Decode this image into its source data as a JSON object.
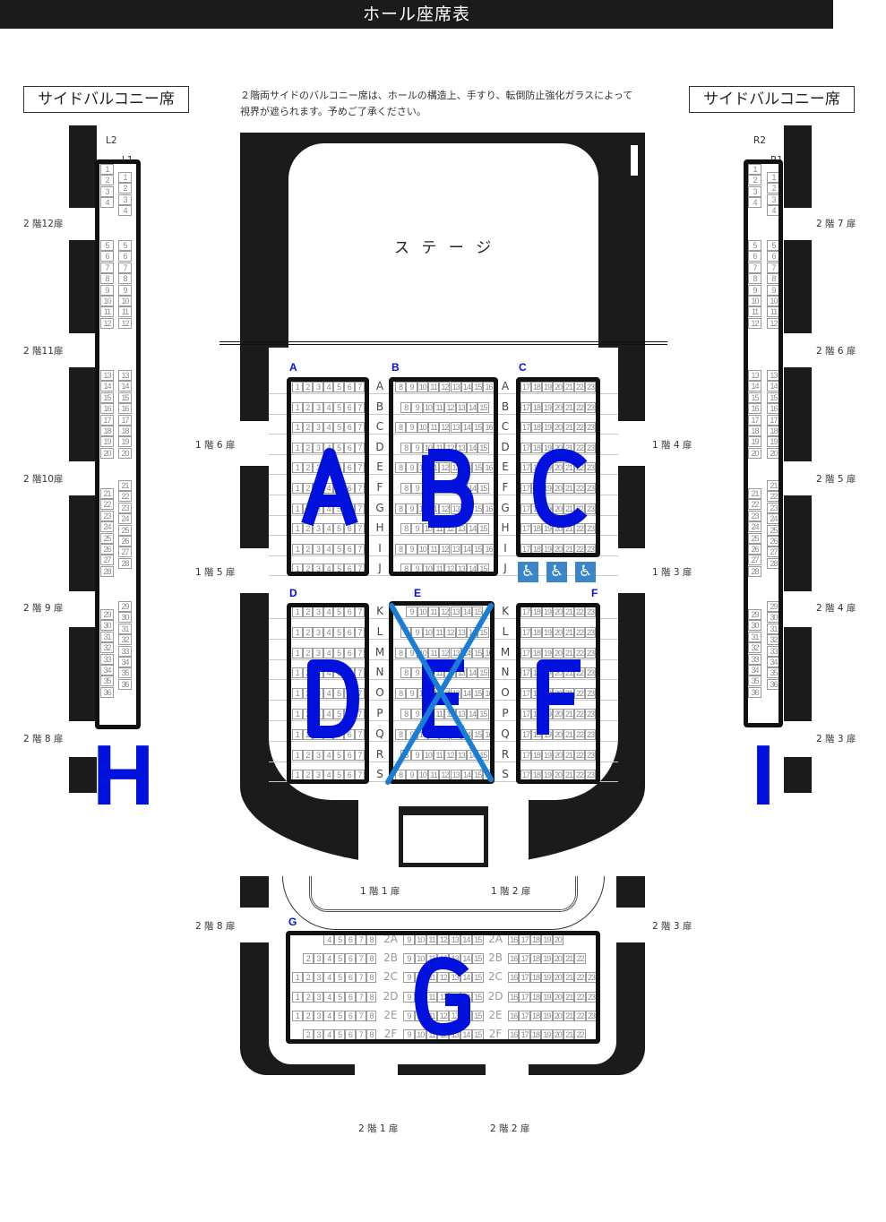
{
  "header": {
    "title": "ホール座席表"
  },
  "side_label_left": "サイドバルコニー席",
  "side_label_right": "サイドバルコニー席",
  "notice": [
    "２階両サイドのバルコニー席は、ホールの構造上、手すり、転倒防止強化ガラスによって",
    "視界が遮られます。予めご了承ください。"
  ],
  "stage": "ス テ ー ジ",
  "doors": {
    "f1_6": "1 階 6 扉",
    "f1_5": "1 階 5 扉",
    "f1_4": "1 階 4 扉",
    "f1_3": "1 階 3 扉",
    "f1_1": "1 階 1 扉",
    "f1_2": "1 階 2 扉",
    "f2_8": "2 階 8 扉",
    "f2_3": "2 階 3 扉",
    "f2_1": "2 階 1 扉",
    "f2_2": "2 階 2 扉",
    "left": [
      "2 階12扉",
      "2 階11扉",
      "2 階10扉",
      "2 階 9 扉",
      "2 階 8 扉"
    ],
    "right": [
      "2 階 7 扉",
      "2 階 6 扉",
      "2 階 5 扉",
      "2 階 4 扉",
      "2 階 3 扉"
    ]
  },
  "zones": {
    "A": "A",
    "B": "B",
    "C": "C",
    "D": "D",
    "E": "E",
    "F": "F",
    "G": "G",
    "H": "H",
    "I": "I"
  },
  "closed_zones": [
    "E"
  ],
  "accessible_seats": 3,
  "colors": {
    "zone_letter": "#0010dd",
    "closed_cross": "#1a7fd4",
    "wheelchair": "#3d86c6"
  },
  "floor1_front_rows": [
    {
      "row": "A",
      "left": [
        1,
        7
      ],
      "center": [
        8,
        16
      ],
      "right": [
        17,
        23
      ]
    },
    {
      "row": "B",
      "left": [
        1,
        7
      ],
      "center": [
        8,
        15
      ],
      "right": [
        17,
        23
      ]
    },
    {
      "row": "C",
      "left": [
        1,
        7
      ],
      "center": [
        8,
        16
      ],
      "right": [
        17,
        23
      ]
    },
    {
      "row": "D",
      "left": [
        1,
        7
      ],
      "center": [
        8,
        15
      ],
      "right": [
        17,
        23
      ]
    },
    {
      "row": "E",
      "left": [
        1,
        7
      ],
      "center": [
        8,
        16
      ],
      "right": [
        17,
        23
      ]
    },
    {
      "row": "F",
      "left": [
        1,
        7
      ],
      "center": [
        8,
        15
      ],
      "right": [
        17,
        23
      ]
    },
    {
      "row": "G",
      "left": [
        1,
        7
      ],
      "center": [
        8,
        16
      ],
      "right": [
        17,
        23
      ]
    },
    {
      "row": "H",
      "left": [
        1,
        7
      ],
      "center": [
        8,
        15
      ],
      "right": [
        17,
        23
      ]
    },
    {
      "row": "I",
      "left": [
        1,
        7
      ],
      "center": [
        8,
        16
      ],
      "right": [
        17,
        23
      ]
    },
    {
      "row": "J",
      "left": [
        1,
        7
      ],
      "center": [
        8,
        15
      ],
      "right": null
    }
  ],
  "floor1_rear_rows": [
    {
      "row": "K",
      "left": [
        1,
        7
      ],
      "center": [
        9,
        15
      ],
      "right": [
        17,
        23
      ]
    },
    {
      "row": "L",
      "left": [
        1,
        7
      ],
      "center": [
        8,
        15
      ],
      "right": [
        17,
        23
      ]
    },
    {
      "row": "M",
      "left": [
        1,
        7
      ],
      "center": [
        8,
        16
      ],
      "right": [
        17,
        23
      ]
    },
    {
      "row": "N",
      "left": [
        1,
        7
      ],
      "center": [
        8,
        15
      ],
      "right": [
        17,
        23
      ]
    },
    {
      "row": "O",
      "left": [
        1,
        7
      ],
      "center": [
        8,
        16
      ],
      "right": [
        17,
        23
      ]
    },
    {
      "row": "P",
      "left": [
        1,
        7
      ],
      "center": [
        8,
        15
      ],
      "right": [
        17,
        23
      ]
    },
    {
      "row": "Q",
      "left": [
        1,
        7
      ],
      "center": [
        8,
        16
      ],
      "right": [
        17,
        23
      ]
    },
    {
      "row": "R",
      "left": [
        1,
        7
      ],
      "center": [
        8,
        15
      ],
      "right": [
        17,
        23
      ]
    },
    {
      "row": "S",
      "left": [
        1,
        7
      ],
      "center": [
        8,
        16
      ],
      "right": [
        17,
        23
      ]
    }
  ],
  "floor2_rows": [
    {
      "row": "2A",
      "left": [
        4,
        8
      ],
      "center": [
        9,
        15
      ],
      "right": [
        16,
        20
      ]
    },
    {
      "row": "2B",
      "left": [
        2,
        8
      ],
      "center": [
        9,
        15
      ],
      "right": [
        16,
        22
      ]
    },
    {
      "row": "2C",
      "left": [
        1,
        8
      ],
      "center": [
        9,
        15
      ],
      "right": [
        16,
        23
      ]
    },
    {
      "row": "2D",
      "left": [
        1,
        8
      ],
      "center": [
        9,
        15
      ],
      "right": [
        16,
        23
      ]
    },
    {
      "row": "2E",
      "left": [
        1,
        8
      ],
      "center": [
        9,
        15
      ],
      "right": [
        16,
        23
      ]
    },
    {
      "row": "2F",
      "left": [
        2,
        8
      ],
      "center": [
        9,
        15
      ],
      "right": [
        16,
        22
      ]
    }
  ],
  "balcony_left": {
    "labels": [
      "L2",
      "L1"
    ],
    "groups": [
      [
        1,
        4
      ],
      [
        5,
        12
      ],
      [
        13,
        20
      ],
      [
        21,
        28
      ],
      [
        29,
        36
      ]
    ]
  },
  "balcony_right": {
    "labels": [
      "R2",
      "R1"
    ],
    "groups": [
      [
        1,
        4
      ],
      [
        5,
        12
      ],
      [
        13,
        20
      ],
      [
        21,
        28
      ],
      [
        29,
        36
      ]
    ]
  }
}
